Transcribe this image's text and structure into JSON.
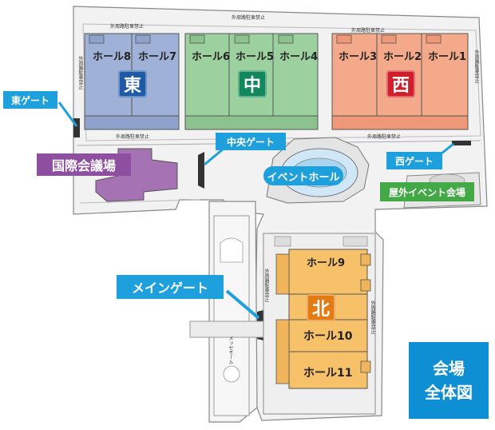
{
  "halls": {
    "east": {
      "tag": "東",
      "color": "#1f5aa6",
      "area_color": "#9fb1d6",
      "names": [
        "ホール8",
        "ホール7"
      ]
    },
    "central": {
      "tag": "中",
      "color": "#12885a",
      "area_color": "#9dd09f",
      "names": [
        "ホール6",
        "ホール5",
        "ホール4"
      ]
    },
    "west": {
      "tag": "西",
      "color": "#d01f2a",
      "area_color": "#f4a98a",
      "names": [
        "ホール3",
        "ホール2",
        "ホール1"
      ]
    },
    "north": {
      "tag": "北",
      "color": "#e37b14",
      "area_color": "#f7c169",
      "names": [
        "ホール9",
        "ホール10",
        "ホール11"
      ]
    }
  },
  "gates": {
    "east": "東ゲート",
    "central": "中央ゲート",
    "west": "西ゲート",
    "main": "メインゲート"
  },
  "facilities": {
    "conference": {
      "label": "国際会議場",
      "color": "#8e4fa0"
    },
    "event_hall": {
      "label": "イベントホール"
    },
    "outdoor": {
      "label": "屋外イベント会場",
      "color": "#43a947"
    }
  },
  "notes": {
    "no_parking": "外周路駐車禁止",
    "mall": "メッセモール"
  },
  "legend": {
    "line1": "会場",
    "line2": "全体図",
    "color": "#0e8fd3"
  }
}
